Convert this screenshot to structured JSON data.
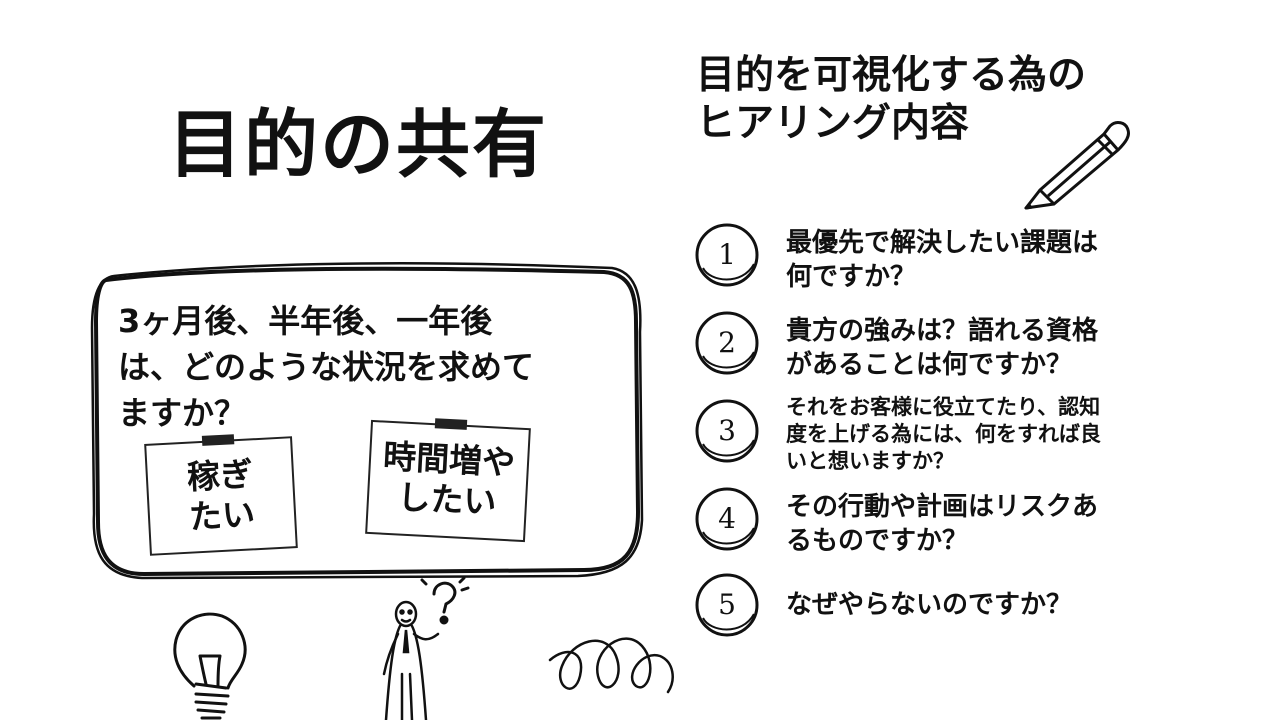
{
  "left": {
    "title": "目的の共有",
    "question_lines": [
      "3ヶ月後、半年後、一年後",
      "は、どのような状況を求めて",
      "ますか？"
    ],
    "notes": [
      {
        "lines": [
          "稼ぎ",
          "たい"
        ]
      },
      {
        "lines": [
          "時間増や",
          "したい"
        ]
      }
    ]
  },
  "right": {
    "title_lines": [
      "目的を可視化する為の",
      "ヒアリング内容"
    ],
    "items": [
      {
        "number": "1",
        "lines": [
          "最優先で解決したい課題は",
          "何ですか？"
        ]
      },
      {
        "number": "2",
        "lines": [
          "貴方の強みは？語れる資格",
          "があることは何ですか？"
        ]
      },
      {
        "number": "3",
        "lines": [
          "それをお客様に役立てたり、認知",
          "度を上げる為には、何をすれば良",
          "いと想いますか？"
        ]
      },
      {
        "number": "4",
        "lines": [
          "その行動や計画はリスクあ",
          "るものですか？"
        ]
      },
      {
        "number": "5",
        "lines": [
          "なぜやらないのですか？"
        ]
      }
    ]
  },
  "icons": [
    "pencil-icon",
    "lightbulb-icon",
    "thinking-person-icon",
    "question-mark-icon",
    "scribble-icon"
  ]
}
